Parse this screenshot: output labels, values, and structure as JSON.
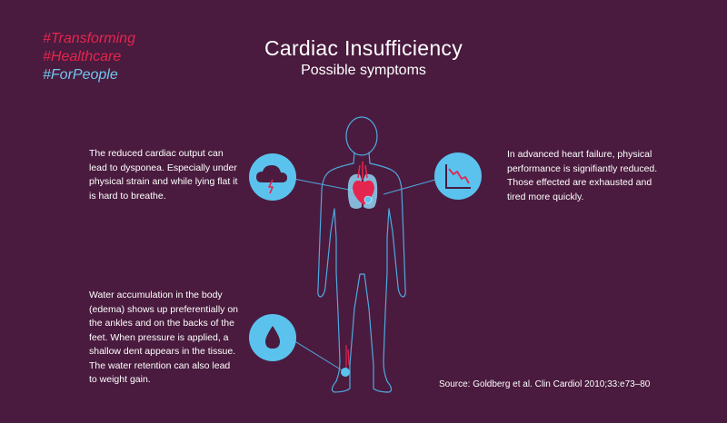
{
  "hashtags": [
    {
      "text": "#Transforming",
      "color": "#e4254f"
    },
    {
      "text": "#Healthcare",
      "color": "#e4254f"
    },
    {
      "text": "#ForPeople",
      "color": "#6fc6ef"
    }
  ],
  "title": "Cardiac Insufficiency",
  "subtitle": "Possible symptoms",
  "symptoms": {
    "dyspnea": {
      "text": "The reduced cardiac output can lead to dysponea. Especially under physical strain and while lying flat it is hard to breathe.",
      "icon": "cloud-lightning-icon"
    },
    "fatigue": {
      "text": "In advanced heart failure, physical performance is signifiantly reduced. Those effected are  exhausted and tired more quickly.",
      "icon": "declining-chart-icon"
    },
    "edema": {
      "text": "Water accumulation in the body (edema) shows up preferentially on the ankles and on the backs of the feet. When pressure is applied, a shallow dent appears in the tissue. The water retention can also lead to weight gain.",
      "icon": "water-drop-icon"
    }
  },
  "source": "Source: Goldberg et al. Clin Cardiol 2010;33:e73–80",
  "colors": {
    "background": "#4a1b3e",
    "outline": "#4fa9e0",
    "icon_fill": "#5bc2ee",
    "accent_red": "#e4254f",
    "lung_blue": "#8fd3f3"
  }
}
